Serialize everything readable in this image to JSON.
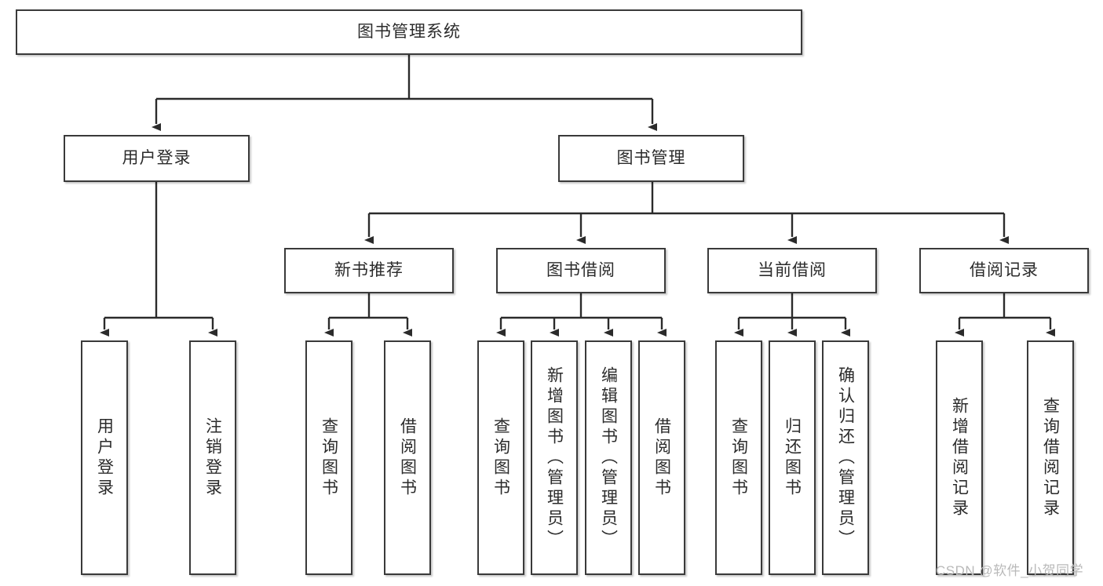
{
  "diagram": {
    "type": "hierarchy-tree",
    "root": {
      "id": "root",
      "label": "图书管理系统"
    },
    "level2": [
      {
        "id": "user-login",
        "label": "用户登录"
      },
      {
        "id": "book-management",
        "label": "图书管理"
      }
    ],
    "level3": [
      {
        "id": "new-book-recommend",
        "label": "新书推荐",
        "parent": "book-management"
      },
      {
        "id": "book-borrow",
        "label": "图书借阅",
        "parent": "book-management"
      },
      {
        "id": "current-borrow",
        "label": "当前借阅",
        "parent": "book-management"
      },
      {
        "id": "borrow-record",
        "label": "借阅记录",
        "parent": "book-management"
      }
    ],
    "leaves": {
      "user_login": [
        {
          "id": "leaf-user-login",
          "label": "用户登录"
        },
        {
          "id": "leaf-logout-login",
          "label": "注销登录"
        }
      ],
      "new_book_recommend": [
        {
          "id": "leaf-query-book-1",
          "label": "查询图书"
        },
        {
          "id": "leaf-borrow-book-1",
          "label": "借阅图书"
        }
      ],
      "book_borrow": [
        {
          "id": "leaf-query-book-2",
          "label": "查询图书"
        },
        {
          "id": "leaf-add-book",
          "label": "新增图书（管理员）"
        },
        {
          "id": "leaf-edit-book",
          "label": "编辑图书（管理员）"
        },
        {
          "id": "leaf-borrow-book-2",
          "label": "借阅图书"
        }
      ],
      "current_borrow": [
        {
          "id": "leaf-query-book-3",
          "label": "查询图书"
        },
        {
          "id": "leaf-return-book",
          "label": "归还图书"
        },
        {
          "id": "leaf-confirm-return",
          "label": "确认归还（管理员）"
        }
      ],
      "borrow_record": [
        {
          "id": "leaf-add-record",
          "label": "新增借阅记录"
        },
        {
          "id": "leaf-query-record",
          "label": "查询借阅记录"
        }
      ]
    }
  },
  "watermark": {
    "text": "CSDN @软件_小贺同学"
  },
  "colors": {
    "border": "#3a3a3a",
    "background": "#ffffff",
    "text": "#2b2b2b",
    "watermark": "#b9b9b9"
  }
}
